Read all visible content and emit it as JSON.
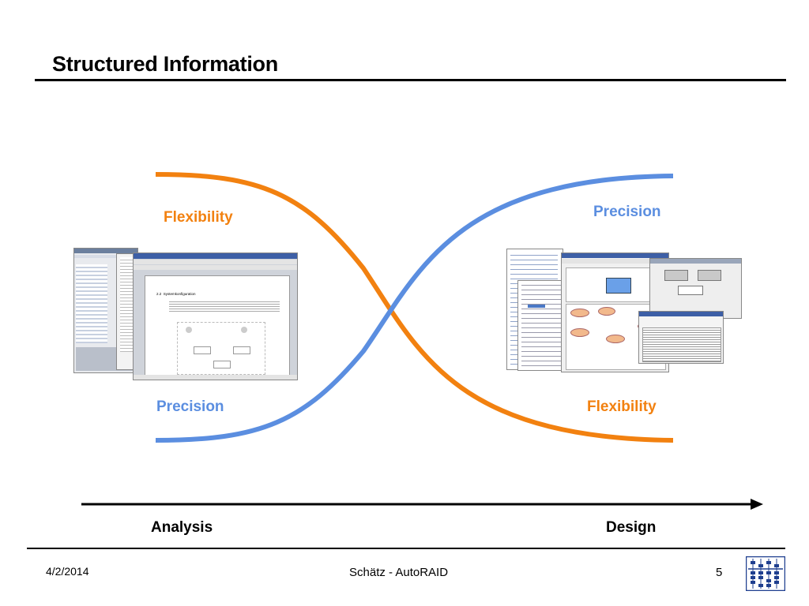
{
  "slide": {
    "title": "Structured Information"
  },
  "labels": {
    "left_top": "Flexibility",
    "left_bottom": "Precision",
    "right_top": "Precision",
    "right_bottom": "Flexibility"
  },
  "axis": {
    "start": "Analysis",
    "end": "Design"
  },
  "footer": {
    "date": "4/2/2014",
    "center": "Schätz - AutoRAID",
    "page": "5"
  },
  "colors": {
    "orange": "#f28110",
    "blue": "#5b8ee0",
    "rule": "#000000"
  },
  "left_screenshot": {
    "section_number": "2.2",
    "section_title": "Systemkonfiguration"
  }
}
